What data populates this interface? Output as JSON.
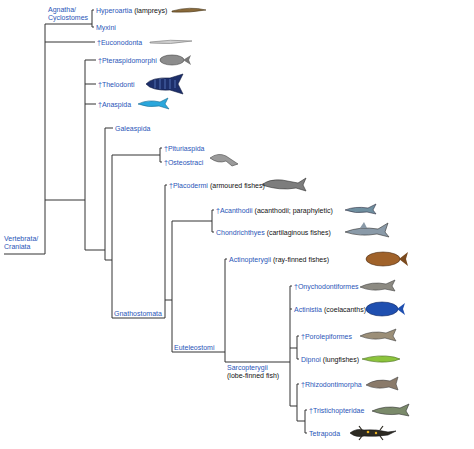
{
  "diagram": {
    "labels": [
      "Vertebrata/ Craniata",
      "Agnatha/ Cyclostomes",
      "Hyperoartia",
      "(lampreys)",
      "Myxini",
      "†Euconodonta",
      "†Pteraspidomorphi",
      "†Thelodonti",
      "†Anaspida",
      "Galeaspida",
      "†Pituriaspida",
      "†Osteostraci",
      "†Placodermi",
      "(armoured fishes)",
      "†Acanthodii",
      "(acanthodii; paraphyletic)",
      "Chondrichthyes",
      "(cartilaginous fishes)",
      "Gnathostomata",
      "Euteleostomi",
      "Actinopterygii",
      "(ray-finned fishes)",
      "Sarcopterygii",
      "(lobe-finned fish)",
      "†Onychodontiformes",
      "Actinistia",
      "(coelacanths)",
      "†Porolepiformes",
      "Dipnoi",
      "(lungfishes)",
      "†Rhizodontimorpha",
      "†Tristichopteridae",
      "Tetrapoda"
    ]
  }
}
